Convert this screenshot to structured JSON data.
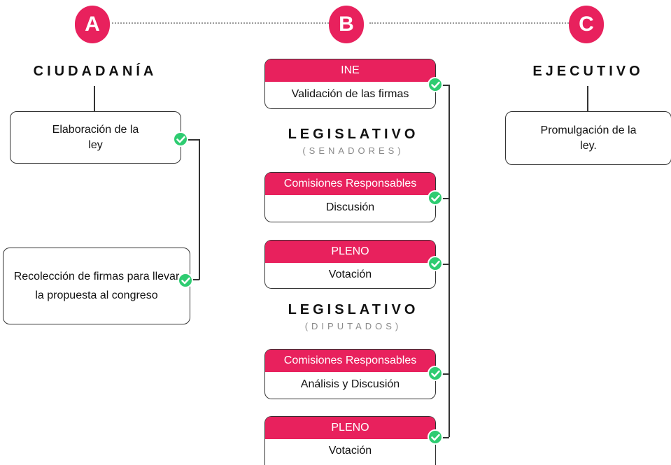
{
  "markers": {
    "a": "A",
    "b": "B",
    "c": "C"
  },
  "columns": {
    "ciudadania": {
      "heading": "CIUDADANÍA",
      "steps": [
        {
          "text": "Elaboración de la ley"
        },
        {
          "text": "Recolección de firmas para llevar la propuesta al congreso"
        }
      ]
    },
    "legislativo": {
      "ine": {
        "header": "INE",
        "body": "Validación de las firmas"
      },
      "senadores": {
        "heading": "LEGISLATIVO",
        "subheading": "(SENADORES)",
        "steps": [
          {
            "header": "Comisiones Responsables",
            "body": "Discusión"
          },
          {
            "header": "PLENO",
            "body": "Votación"
          }
        ]
      },
      "diputados": {
        "heading": "LEGISLATIVO",
        "subheading": "(DIPUTADOS)",
        "steps": [
          {
            "header": "Comisiones Responsables",
            "body": "Análisis y Discusión"
          },
          {
            "header": "PLENO",
            "body": "Votación"
          }
        ]
      }
    },
    "ejecutivo": {
      "heading": "EJECUTIVO",
      "steps": [
        {
          "text": "Promulgación de la ley."
        }
      ]
    }
  },
  "colors": {
    "accent": "#e8215d",
    "check": "#2ecc71",
    "dots": "#9a9a9a"
  }
}
